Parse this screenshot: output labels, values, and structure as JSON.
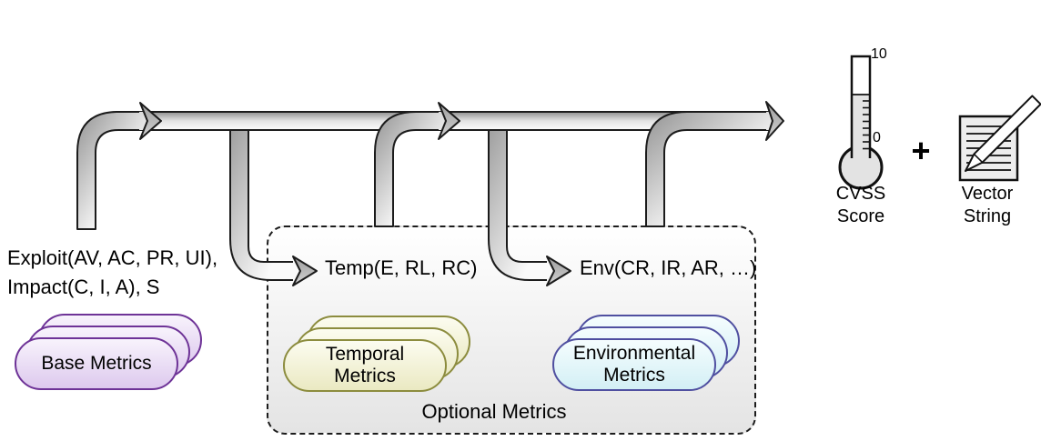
{
  "labels": {
    "exploit_line1": "Exploit(AV, AC, PR, UI),",
    "exploit_line2": "Impact(C, I, A), S",
    "base_metrics": "Base Metrics",
    "temp": "Temp(E, RL, RC)",
    "temporal_line1": "Temporal",
    "temporal_line2": "Metrics",
    "env": "Env(CR, IR, AR, …)",
    "environmental_line1": "Environmental",
    "environmental_line2": "Metrics",
    "optional": "Optional Metrics",
    "plus": "+",
    "cvss_line1": "CVSS",
    "cvss_line2": "Score",
    "vector_line1": "Vector",
    "vector_line2": "String",
    "thermometer_max": "10",
    "thermometer_min": "0"
  },
  "icons": {
    "thermometer": "thermometer-score-gauge",
    "document_pencil": "document-with-pencil"
  },
  "colors": {
    "base_border": "#6e3397",
    "base_fill_top": "#f8f3fc",
    "base_fill_bottom": "#ddc9ee",
    "temporal_border": "#8c8c3e",
    "temporal_fill_top": "#fcfcf0",
    "temporal_fill_bottom": "#eae9c2",
    "environmental_border": "#4f4fa0",
    "environmental_fill_top": "#f5fdfe",
    "environmental_fill_bottom": "#d3eff5",
    "box_fill_top": "#ffffff",
    "box_fill_bottom": "#e4e4e4",
    "outline": "#1b1b1b",
    "icon_gray": "#e3e3e3",
    "text": "#000000"
  }
}
